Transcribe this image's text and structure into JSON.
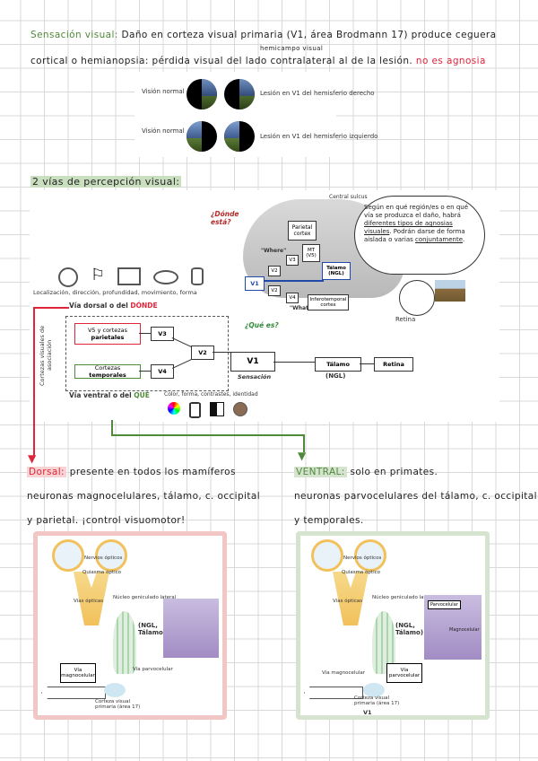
{
  "top": {
    "line1_term": "Sensación visual:",
    "line1_text": "Daño en corteza visual primaria (V1, área Brodmann 17) produce ceguera",
    "superscript": "hemicampo visual",
    "line2_text": "cortical o hemianopsia: pérdida visual del lado contralateral al de la lesión.",
    "line2_red": "no es agnosia"
  },
  "hemianopsia_figure": {
    "row1_left": "Visión normal",
    "row1_right": "Lesión en V1 del hemisferio derecho",
    "row2_left": "Visión normal",
    "row2_right": "Lesión en V1 del hemisferio izquierdo"
  },
  "section2_heading": "2 vías de percepción visual:",
  "pathway_figure": {
    "icons_caption": "Localización, dirección, profundidad, movimiento, forma",
    "dorsal_title_black": "Vía dorsal o del ",
    "dorsal_title_red": "DÓNDE",
    "vertical_label": "Cortezas visuales de asociación",
    "box_v5": "V5 y cortezas",
    "box_v5_bold": "parietales",
    "box_v3": "V3",
    "box_temporal": "Cortezas ",
    "box_temporal_bold": "temporales",
    "box_v4": "V4",
    "box_v2": "V2",
    "box_v1": "V1",
    "sensation": "Sensación",
    "box_talamo": "Tálamo",
    "box_ngl": "(NGL)",
    "box_retina": "Retina",
    "ventral_title_black": "Vía ventral o del ",
    "ventral_title_green": "QUÉ",
    "ventral_icons_caption": "Color, forma, contrastes, identidad",
    "brain_where_q": "¿Dónde está?",
    "brain_what_q": "¿Qué es?",
    "brain_central_sulcus": "Central sulcus",
    "brain_parietal": "Parietal cortex",
    "brain_where": "\"Where\"",
    "brain_what": "\"What\"",
    "brain_mt": "MT (V5)",
    "brain_v1": "V1",
    "brain_v2a": "V2",
    "brain_v2b": "V2",
    "brain_v3": "V3",
    "brain_v4": "V4",
    "brain_talamo": "Tálamo (NGL)",
    "brain_infero": "Inferotemporal cortex",
    "brain_retina": "Retina",
    "cloud_text_1": "Según en qué región/es o en qué vía se produzca el daño, habrá ",
    "cloud_text_u1": "diferentes tipos de agnosias visuales",
    "cloud_text_2": ". Podrán darse de forma aislada o varias ",
    "cloud_text_u2": "conjuntamente",
    "cloud_text_3": "."
  },
  "dorsal_note": {
    "term": "Dorsal:",
    "line1": "presente en todos los mamíferos",
    "line2": "neuronas magnocelulares, tálamo, c. occipital",
    "line3": "y parietal. ¡control visuomotor!"
  },
  "ventral_note": {
    "term": "VENTRAL:",
    "line1": "solo en primates.",
    "line2": "neuronas parvocelulares del tálamo, c. occipital",
    "line3": "y temporales."
  },
  "anatomy_figure": {
    "nervios": "Nervios ópticos",
    "quiasma": "Quiasma óptico",
    "vias": "Vías ópticas",
    "nucleo": "Núcleo geniculado lateral",
    "ngl": "(NGL, Tálamo)",
    "via_magno": "Vía magnocelular",
    "via_parvo": "Vía parvocelular",
    "corteza": "Corteza visual primaria (área 17)",
    "v1": "V1",
    "parvocelular": "Parvocelular",
    "magnocelular": "Magnocelular"
  },
  "colors": {
    "green_term": "#4f8a3a",
    "red": "#e0243a",
    "dorsal_panel": "#f3c6c6",
    "ventral_panel": "#d5e3cf"
  }
}
